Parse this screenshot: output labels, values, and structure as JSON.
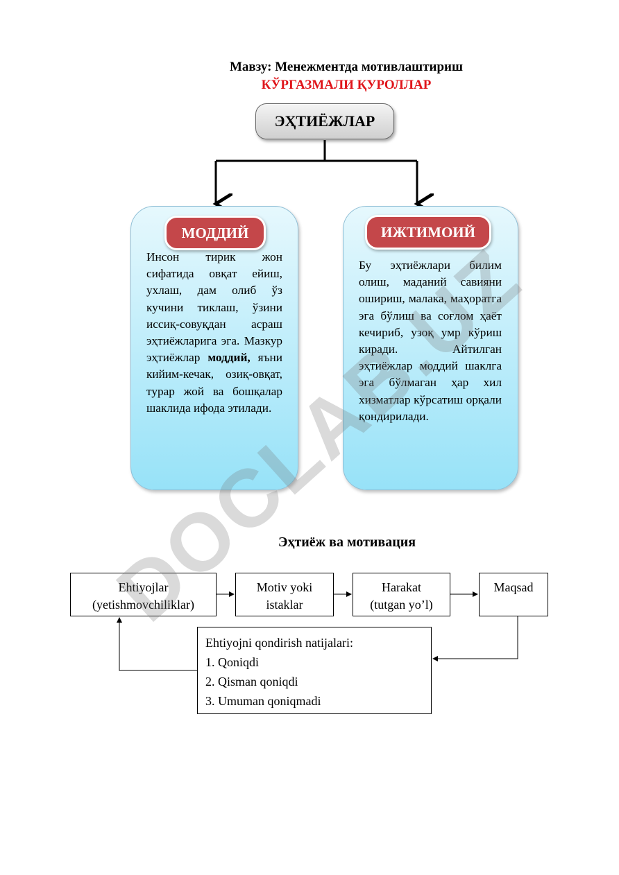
{
  "header": {
    "topic": "Мавзу: Менежментда мотивлаштириш",
    "subtitle": "КЎРГАЗМАЛИ ҚУРОЛЛАР"
  },
  "diagram_top": {
    "root_label": "ЭҲТИЁЖЛАР",
    "left_card": {
      "label": "МОДДИЙ",
      "text_part1": "Инсон тирик жон сифатида овқат ейиш, ухлаш, дам олиб ўз кучини тиклаш, ўзини иссиқ-совуқдан асраш эҳтиёжларига эга. Мазкур эҳтиёжлар ",
      "text_bold": "моддий,",
      "text_part2": " яъни кийим-кечак, озиқ-овқат, турар жой ва бошқалар шаклида ифода этилади."
    },
    "right_card": {
      "label": "ИЖТИМОИЙ",
      "text": "Бу эҳтиёжлари билим олиш, маданий савияни ошириш, малака, маҳоратга эга бўлиш ва соғлом ҳаёт кечириб, узоқ умр кўриш киради. Айтилган эҳтиёжлар моддий шаклга эга бўлмаган ҳар хил хизматлар кўрсатиш орқали қондирилади."
    }
  },
  "diagram_bottom": {
    "title": "Эҳтиёж ва мотивация",
    "boxes": [
      {
        "line1": "Ehtiyojlar",
        "line2": "(yetishmovchiliklar)"
      },
      {
        "line1": "Motiv yoki",
        "line2": "istaklar"
      },
      {
        "line1": "Harakat",
        "line2": "(tutgan yo’l)"
      },
      {
        "line1": "Maqsad",
        "line2": ""
      }
    ],
    "results": {
      "heading": "Ehtiyojni qondirish natijalari:",
      "items": [
        "1. Qoniqdi",
        "2. Qisman qoniqdi",
        "3. Umuman qoniqmadi"
      ]
    }
  },
  "watermark": "DOCLAB.UZ",
  "colors": {
    "subtitle_red": "#e0151b",
    "pill_red": "#c4474a",
    "card_blue_top": "#e6f8fd",
    "card_blue_bottom": "#97e2f8"
  }
}
